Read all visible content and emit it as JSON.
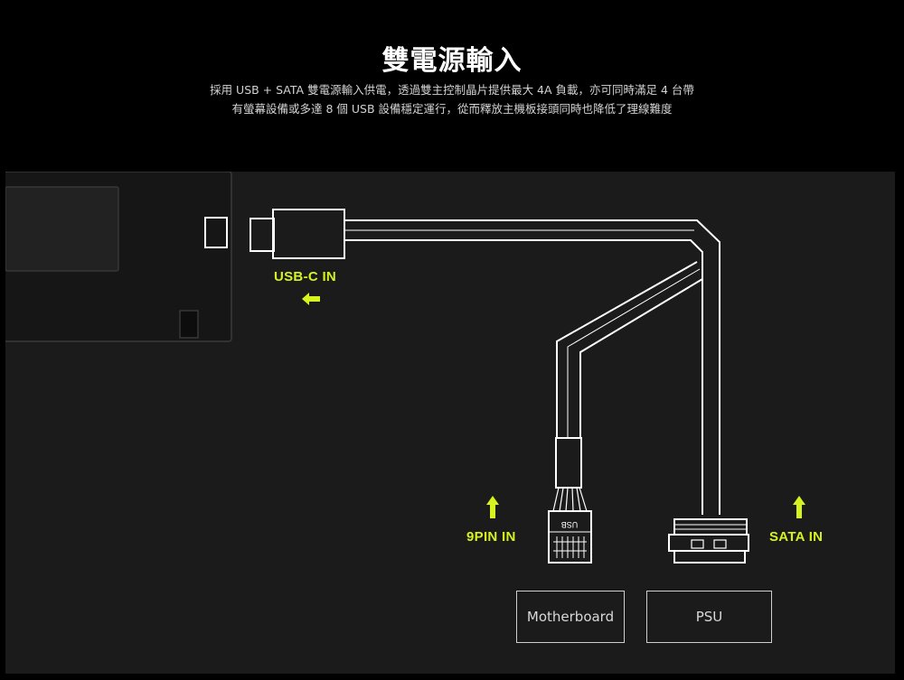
{
  "header": {
    "title": "雙電源輸入",
    "subtitle_line1": "採用 USB + SATA 雙電源輸入供電，透過雙主控制晶片提供最大 4A 負載，亦可同時滿足 4 台帶",
    "subtitle_line2": "有螢幕設備或多達 8 個 USB 設備穩定運行，從而釋放主機板接頭同時也降低了理線難度"
  },
  "diagram": {
    "usbc_label": "USB-C IN",
    "pin9_label": "9PIN IN",
    "sata_label": "SATA IN",
    "connector_text": "USB",
    "motherboard_label": "Motherboard",
    "psu_label": "PSU"
  },
  "colors": {
    "accent": "#d6f21f",
    "panel": "#1b1b1b",
    "background": "#000000",
    "line": "#ffffff"
  }
}
